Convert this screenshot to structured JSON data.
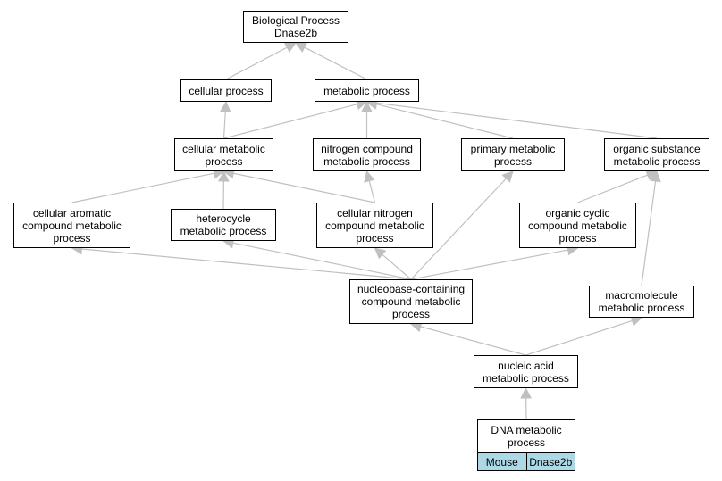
{
  "colors": {
    "edge": "#c0c0c0",
    "node_border": "#000000",
    "tag_fill": "#add8e6"
  },
  "nodes": {
    "root": {
      "lines": [
        "Biological Process",
        "Dnase2b"
      ]
    },
    "cellular_process": {
      "lines": [
        "cellular process"
      ]
    },
    "metabolic_process": {
      "lines": [
        "metabolic process"
      ]
    },
    "cellular_metabolic_process": {
      "lines": [
        "cellular metabolic",
        "process"
      ]
    },
    "nitrogen_compound_metabolic_process": {
      "lines": [
        "nitrogen compound",
        "metabolic process"
      ]
    },
    "primary_metabolic_process": {
      "lines": [
        "primary metabolic",
        "process"
      ]
    },
    "organic_substance_metabolic_process": {
      "lines": [
        "organic substance",
        "metabolic process"
      ]
    },
    "cellular_aromatic_compound_metabolic_process": {
      "lines": [
        "cellular aromatic",
        "compound metabolic",
        "process"
      ]
    },
    "heterocycle_metabolic_process": {
      "lines": [
        "heterocycle",
        "metabolic process"
      ]
    },
    "cellular_nitrogen_compound_metabolic_process": {
      "lines": [
        "cellular nitrogen",
        "compound metabolic",
        "process"
      ]
    },
    "organic_cyclic_compound_metabolic_process": {
      "lines": [
        "organic cyclic",
        "compound metabolic",
        "process"
      ]
    },
    "nucleobase_containing_compound_metabolic_process": {
      "lines": [
        "nucleobase-containing",
        "compound metabolic",
        "process"
      ]
    },
    "macromolecule_metabolic_process": {
      "lines": [
        "macromolecule",
        "metabolic process"
      ]
    },
    "nucleic_acid_metabolic_process": {
      "lines": [
        "nucleic acid",
        "metabolic process"
      ]
    },
    "dna_metabolic_process": {
      "lines": [
        "DNA metabolic",
        "process"
      ],
      "tags": [
        "Mouse",
        "Dnase2b"
      ]
    }
  },
  "edges": [
    [
      "cellular_process",
      "root"
    ],
    [
      "metabolic_process",
      "root"
    ],
    [
      "cellular_metabolic_process",
      "cellular_process"
    ],
    [
      "cellular_metabolic_process",
      "metabolic_process"
    ],
    [
      "nitrogen_compound_metabolic_process",
      "metabolic_process"
    ],
    [
      "primary_metabolic_process",
      "metabolic_process"
    ],
    [
      "organic_substance_metabolic_process",
      "metabolic_process"
    ],
    [
      "cellular_aromatic_compound_metabolic_process",
      "cellular_metabolic_process"
    ],
    [
      "heterocycle_metabolic_process",
      "cellular_metabolic_process"
    ],
    [
      "cellular_nitrogen_compound_metabolic_process",
      "cellular_metabolic_process"
    ],
    [
      "cellular_nitrogen_compound_metabolic_process",
      "nitrogen_compound_metabolic_process"
    ],
    [
      "organic_cyclic_compound_metabolic_process",
      "organic_substance_metabolic_process"
    ],
    [
      "nucleobase_containing_compound_metabolic_process",
      "cellular_aromatic_compound_metabolic_process"
    ],
    [
      "nucleobase_containing_compound_metabolic_process",
      "heterocycle_metabolic_process"
    ],
    [
      "nucleobase_containing_compound_metabolic_process",
      "cellular_nitrogen_compound_metabolic_process"
    ],
    [
      "nucleobase_containing_compound_metabolic_process",
      "primary_metabolic_process"
    ],
    [
      "nucleobase_containing_compound_metabolic_process",
      "organic_cyclic_compound_metabolic_process"
    ],
    [
      "macromolecule_metabolic_process",
      "organic_substance_metabolic_process"
    ],
    [
      "nucleic_acid_metabolic_process",
      "nucleobase_containing_compound_metabolic_process"
    ],
    [
      "nucleic_acid_metabolic_process",
      "macromolecule_metabolic_process"
    ],
    [
      "dna_metabolic_process",
      "nucleic_acid_metabolic_process"
    ]
  ]
}
